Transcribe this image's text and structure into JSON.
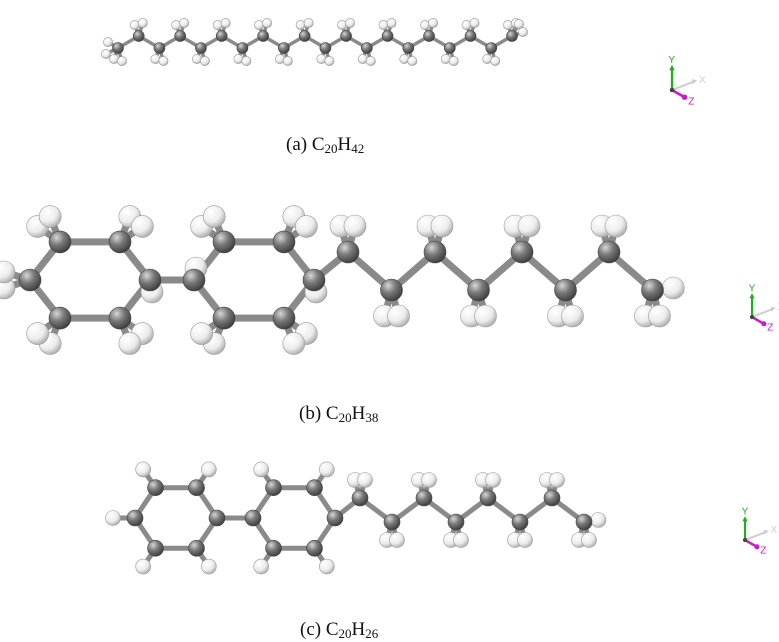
{
  "figures": [
    {
      "id": "a",
      "prefix": "(a) C",
      "n_c": "20",
      "mid": "H",
      "n_h": "42",
      "type": "alkane"
    },
    {
      "id": "b",
      "prefix": "(b) C",
      "n_c": "20",
      "mid": "H",
      "n_h": "38",
      "type": "bicyclohexyl-octyl"
    },
    {
      "id": "c",
      "prefix": "(c) C",
      "n_c": "20",
      "mid": "H",
      "n_h": "26",
      "type": "biphenyl-octyl"
    }
  ],
  "axis_triad": {
    "x_label": "X",
    "y_label": "Y",
    "z_label": "Z"
  },
  "colors": {
    "carbon": "#6e6e6e",
    "hydrogen": "#f2f2f2",
    "bond": "#8a8a8a",
    "axis_x": "#cfcfcf",
    "axis_y": "#19b219",
    "axis_z": "#c71ec7"
  }
}
